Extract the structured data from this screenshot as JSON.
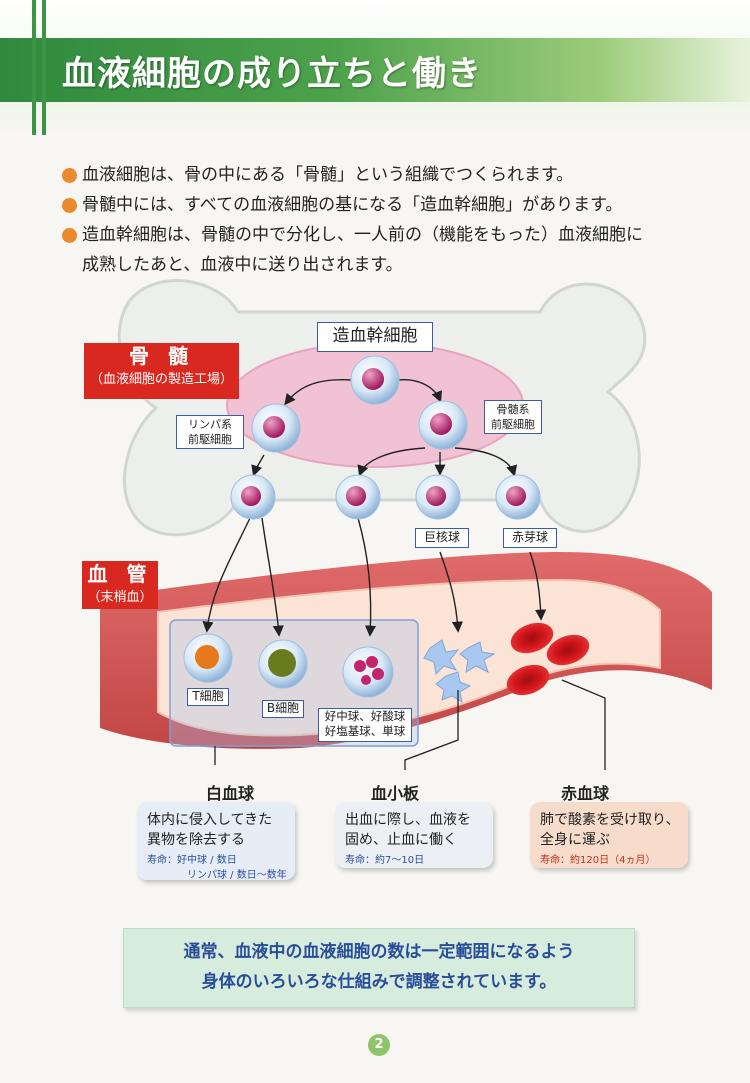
{
  "title": "血液細胞の成り立ちと働き",
  "bullets": [
    {
      "text": "血液細胞は、骨の中にある「骨髄」という組織でつくられます。"
    },
    {
      "text": "骨髄中には、すべての血液細胞の基になる「造血幹細胞」があります。"
    },
    {
      "text": "造血幹細胞は、骨髄の中で分化し、一人前の（機能をもった）血液細胞に",
      "cont": "成熟したあと、血液中に送り出されます。"
    }
  ],
  "diagram": {
    "bone": {
      "label": "骨 髄",
      "sub": "（血液細胞の製造工場）"
    },
    "vessel": {
      "label": "血 管",
      "sub": "（末梢血）"
    },
    "stem_cell": "造血幹細胞",
    "lymphoid": {
      "line1": "リンパ系",
      "line2": "前駆細胞"
    },
    "myeloid": {
      "line1": "骨髄系",
      "line2": "前駆細胞"
    },
    "megakaryocyte": "巨核球",
    "erythroblast": "赤芽球",
    "t_cell": "T細胞",
    "b_cell": "B細胞",
    "granulocyte": {
      "line1": "好中球、好酸球",
      "line2": "好塩基球、単球"
    }
  },
  "categories": {
    "wbc": {
      "title": "白血球",
      "desc1": "体内に侵入してきた",
      "desc2": "異物を除去する",
      "life1": "寿命：好中球 / 数日",
      "life2": "リンパ球 / 数日〜数年"
    },
    "platelet": {
      "title": "血小板",
      "desc1": "出血に際し、血液を",
      "desc2": "固め、止血に働く",
      "life1": "寿命：約7〜10日"
    },
    "rbc": {
      "title": "赤血球",
      "desc1": "肺で酸素を受け取り、",
      "desc2": "全身に運ぶ",
      "life1": "寿命：約120日（4ヵ月）"
    }
  },
  "summary": {
    "line1": "通常、血液中の血液細胞の数は一定範囲になるよう",
    "line2": "身体のいろいろな仕組みで調整されています。"
  },
  "page_number": "2",
  "colors": {
    "header_green": "#2f8a3e",
    "bullet_orange": "#ea8a2c",
    "tag_red": "#d8281f",
    "summary_text": "#2a4d9a"
  }
}
